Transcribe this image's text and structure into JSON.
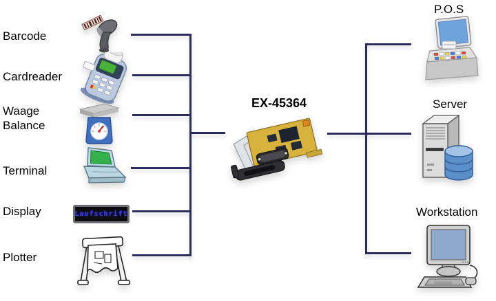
{
  "diagram": {
    "title": "EX-45364",
    "left_devices": [
      {
        "label": "Barcode",
        "icon": "barcode-scanner"
      },
      {
        "label": "Cardreader",
        "icon": "card-reader"
      },
      {
        "label": "Waage",
        "label2": "Balance",
        "icon": "weighing-scale"
      },
      {
        "label": "Terminal",
        "icon": "laptop-terminal"
      },
      {
        "label": "Display",
        "icon": "led-display",
        "display_text": "Laufschrift"
      },
      {
        "label": "Plotter",
        "icon": "plotter"
      }
    ],
    "right_devices": [
      {
        "label": "P.O.S",
        "icon": "pos-cash-register"
      },
      {
        "label": "Server",
        "icon": "server-database"
      },
      {
        "label": "Workstation",
        "icon": "desktop-computer"
      }
    ],
    "colors": {
      "connector_line": "#2b2b5e",
      "title_text": "#000000",
      "led_text": "#3c3cdc",
      "screen_blue": "#6fa3dc",
      "pcb_yellow": "#d7b23c"
    }
  }
}
